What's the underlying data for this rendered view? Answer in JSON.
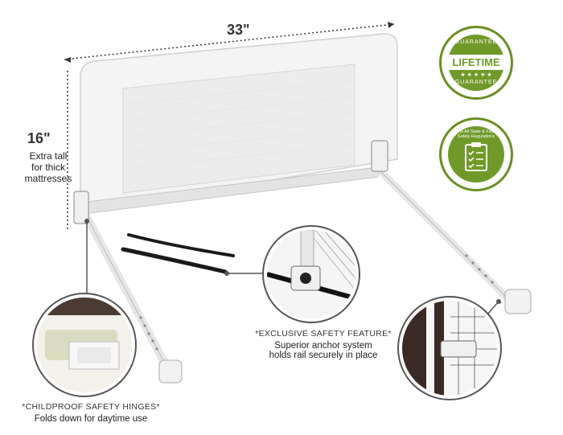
{
  "dimensions": {
    "width_label": "33\"",
    "height_label": "16\""
  },
  "height_note": [
    "Extra tall",
    "for thick",
    "mattresses"
  ],
  "badges": {
    "lifetime": {
      "top_arc": "GUARANTEE",
      "center": "LIFETIME",
      "bottom_arc": "GUARANTEE"
    },
    "safety": {
      "arc_text": "Meets All State & Federal Safety Regulations"
    }
  },
  "callouts": {
    "anchor": {
      "title": "*EXCLUSIVE SAFETY FEATURE*",
      "lines": [
        "Superior anchor system",
        "holds rail securely in place"
      ]
    },
    "hinges": {
      "title": "*CHILDPROOF SAFETY HINGES*",
      "text": "Folds down for daytime use"
    }
  },
  "colors": {
    "badge_green": "#6f9a2a",
    "frame_white": "#f4f4f4",
    "mesh": "#ececec"
  }
}
